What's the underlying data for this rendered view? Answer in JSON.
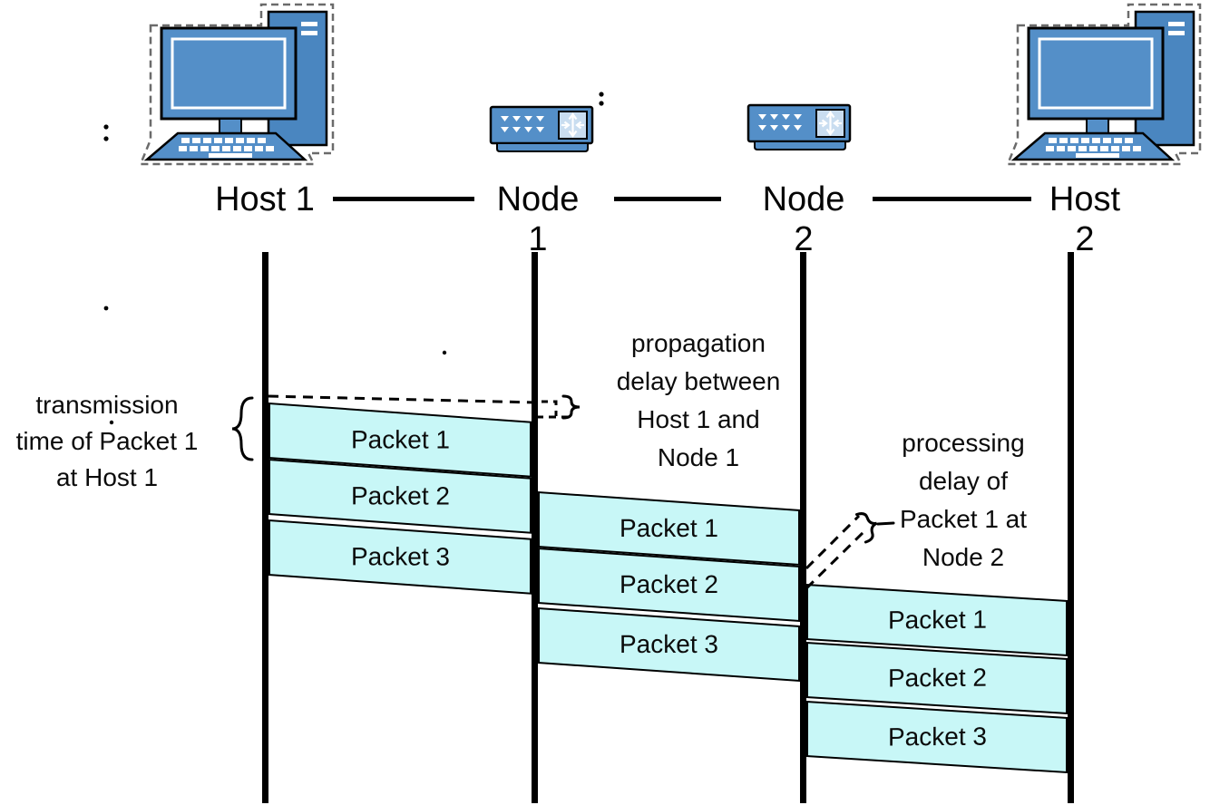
{
  "nodes": {
    "host1": {
      "lines": [
        "Host 1"
      ]
    },
    "node1": {
      "lines": [
        "Node",
        "1"
      ]
    },
    "node2": {
      "lines": [
        "Node",
        "2"
      ]
    },
    "host2": {
      "lines": [
        "Host",
        "2"
      ]
    }
  },
  "segments": [
    {
      "from": "Host 1",
      "to": "Node 1",
      "packets": [
        "Packet 1",
        "Packet 2",
        "Packet 3"
      ]
    },
    {
      "from": "Node 1",
      "to": "Node 2",
      "packets": [
        "Packet 1",
        "Packet 2",
        "Packet 3"
      ]
    },
    {
      "from": "Node 2",
      "to": "Host 2",
      "packets": [
        "Packet 1",
        "Packet 2",
        "Packet 3"
      ]
    }
  ],
  "annotations": {
    "transmission_time": {
      "lines": [
        "transmission",
        "time of Packet 1",
        "at Host 1"
      ]
    },
    "propagation_delay": {
      "lines": [
        "propagation",
        "delay between",
        "Host 1 and",
        "Node 1"
      ]
    },
    "processing_delay": {
      "lines": [
        "processing",
        "delay of",
        "Packet 1 at",
        "Node 2"
      ]
    }
  },
  "colors": {
    "packet_fill": "#c8f7f7",
    "device_blue": "#548fc8",
    "device_blue_light": "#c9ddf0",
    "outline": "#000000",
    "selection_dash_gray": "#6b6b6b"
  }
}
